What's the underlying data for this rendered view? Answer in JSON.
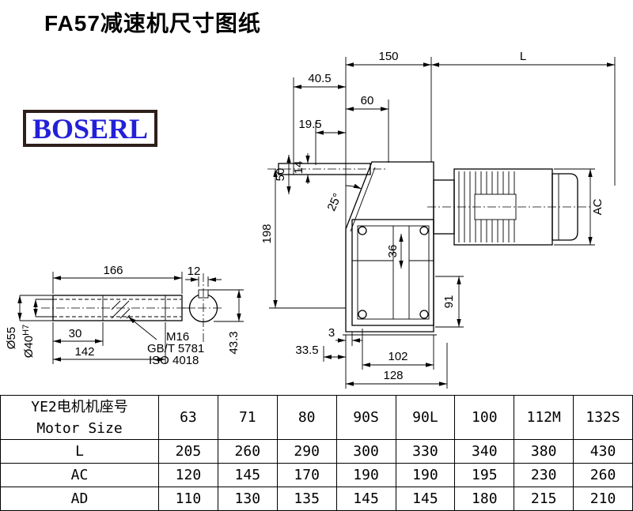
{
  "page": {
    "title": "FA57减速机尺寸图纸",
    "logo_text": "BOSERL"
  },
  "drawing": {
    "dims": {
      "d150": "150",
      "dL": "L",
      "d40_5": "40.5",
      "d60": "60",
      "d19_5": "19.5",
      "d50": "50",
      "d14": "14",
      "d25": "25°",
      "d198": "198",
      "d36": "36",
      "dAC": "AC",
      "d91": "91",
      "d3": "3",
      "d33_5": "33.5",
      "d102": "102",
      "d128": "128",
      "d166": "166",
      "d12": "12",
      "d30": "30",
      "d142": "142",
      "d55": "Ø55",
      "d40": "Ø40",
      "d40_sup": "H7",
      "d43_3": "43.3",
      "m16": "M16",
      "gbt": "GB/T 5781",
      "iso": "ISO 4018"
    }
  },
  "table": {
    "header": {
      "line1": "YE2电机机座号",
      "line2": "Motor Size"
    },
    "columns": [
      "63",
      "71",
      "80",
      "90S",
      "90L",
      "100",
      "112M",
      "132S"
    ],
    "rows": [
      {
        "label": "L",
        "values": [
          "205",
          "260",
          "290",
          "300",
          "330",
          "340",
          "380",
          "430"
        ]
      },
      {
        "label": "AC",
        "values": [
          "120",
          "145",
          "170",
          "190",
          "190",
          "195",
          "230",
          "260"
        ]
      },
      {
        "label": "AD",
        "values": [
          "110",
          "130",
          "135",
          "145",
          "145",
          "180",
          "215",
          "210"
        ]
      }
    ]
  }
}
